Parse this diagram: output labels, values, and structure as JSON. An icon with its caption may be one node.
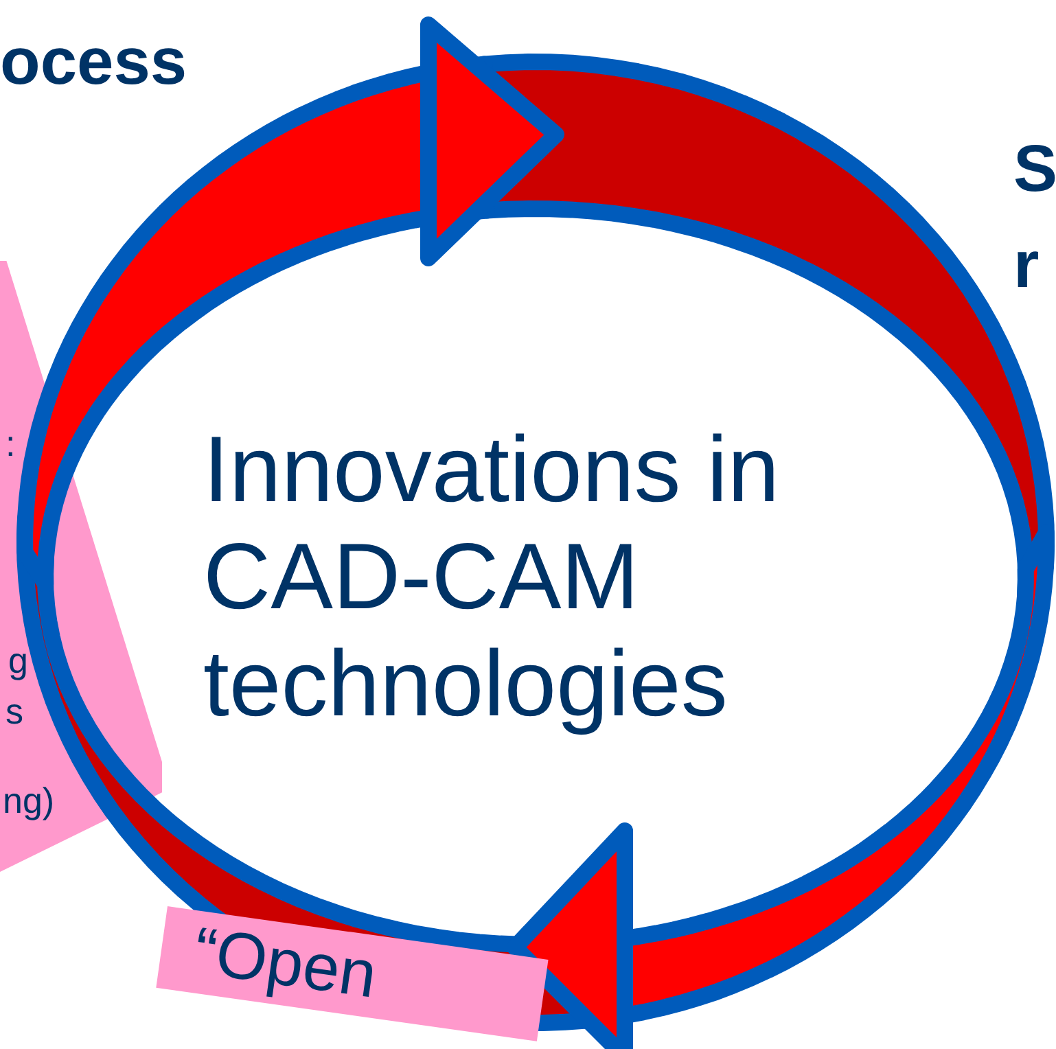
{
  "diagram": {
    "nodes": [
      {
        "text": [
          "Innovations in CAD-CAM technologies"
        ]
      },
      {
        "text": [
          ":",
          "g",
          "s",
          "ng)"
        ]
      },
      {
        "text": [
          "“Open"
        ]
      }
    ],
    "labels": [
      "ocess",
      "S",
      "r"
    ]
  }
}
